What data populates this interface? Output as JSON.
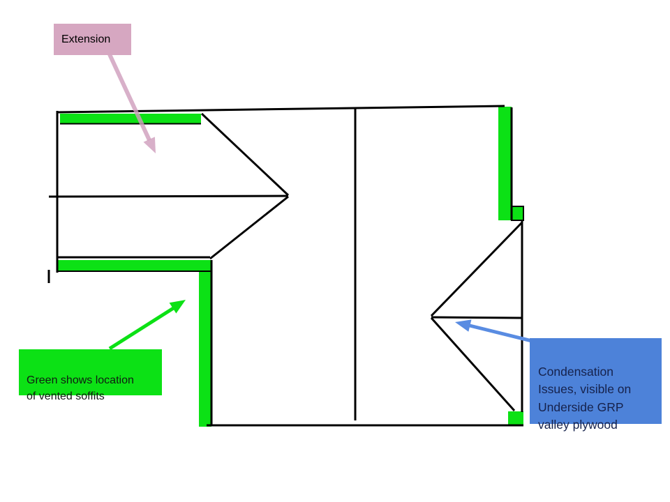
{
  "labels": {
    "extension": {
      "text": "Extension"
    },
    "soffit_legend": {
      "text": "Green shows location\nof vented soffits"
    },
    "condensation": {
      "text": "Condensation\nIssues, visible on\nUnderside GRP\nvalley plywood"
    }
  },
  "colors": {
    "soffit-green": "#0ce115",
    "extension-pink": "#d6a7c1",
    "extension-arrow-pink": "#cf9fbd",
    "extension-text": "#000000",
    "condensation-blue": "#4d82d9",
    "condensation-arrow-blue": "#598ce2",
    "condensation-text": "#16224c",
    "soffit-legend-text": "#111b12",
    "outline-black": "#000000"
  }
}
